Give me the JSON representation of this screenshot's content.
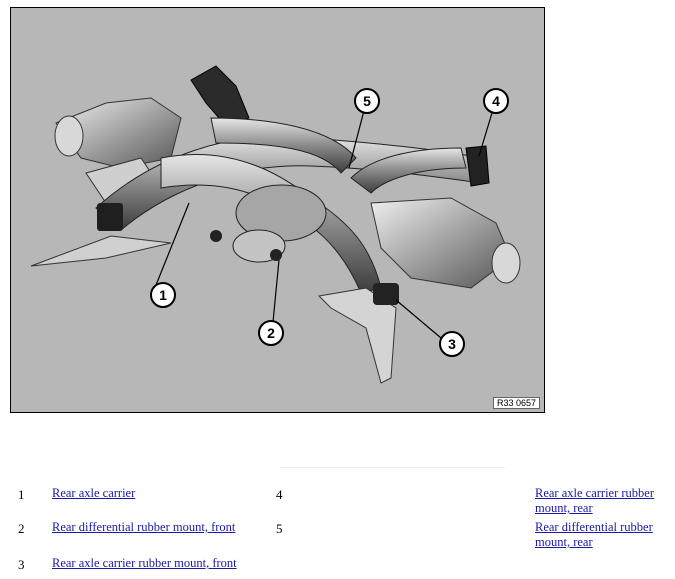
{
  "figure": {
    "reference": "R33 0657",
    "callouts": [
      "1",
      "2",
      "3",
      "4",
      "5"
    ]
  },
  "legend": [
    {
      "number": "1",
      "label": "Rear axle carrier"
    },
    {
      "number": "2",
      "label": "Rear differential rubber mount, front"
    },
    {
      "number": "3",
      "label": "Rear axle carrier rubber mount, front"
    },
    {
      "number": "4",
      "label": "Rear axle carrier rubber mount, rear"
    },
    {
      "number": "5",
      "label": "Rear differential rubber mount, rear"
    }
  ]
}
